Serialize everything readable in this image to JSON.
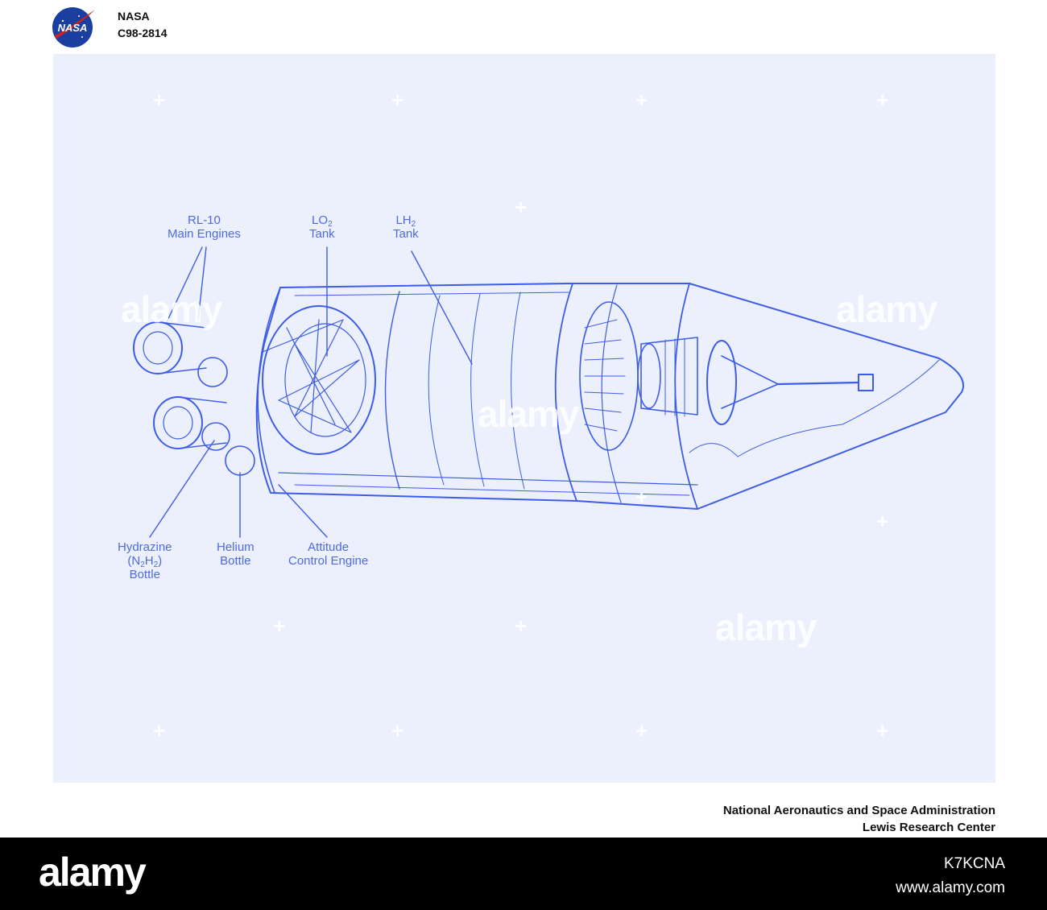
{
  "header": {
    "org": "NASA",
    "photo_id": "C98-2814"
  },
  "labels": {
    "rl10": [
      "RL-10",
      "Main Engines"
    ],
    "lo2_main": "LO",
    "lo2_sub": "2",
    "lo2_tank": "Tank",
    "lh2_main": "LH",
    "lh2_sub": "2",
    "lh2_tank": "Tank",
    "hydrazine_1": "Hydrazine",
    "hydrazine_2a": "(N",
    "hydrazine_2sub1": "2",
    "hydrazine_2b": "H",
    "hydrazine_2sub2": "2",
    "hydrazine_2c": ")",
    "hydrazine_3": "Bottle",
    "helium": [
      "Helium",
      "Bottle"
    ],
    "attitude": [
      "Attitude",
      "Control Engine"
    ]
  },
  "footer": {
    "line1": "National Aeronautics and Space Administration",
    "line2": "Lewis Research Center"
  },
  "watermark": {
    "text": "alamy",
    "image_id": "K7KCNA",
    "url": "www.alamy.com"
  },
  "colors": {
    "line": "#3d5ce8",
    "label": "#4d6ae0",
    "panel": "#ecf0fd"
  }
}
